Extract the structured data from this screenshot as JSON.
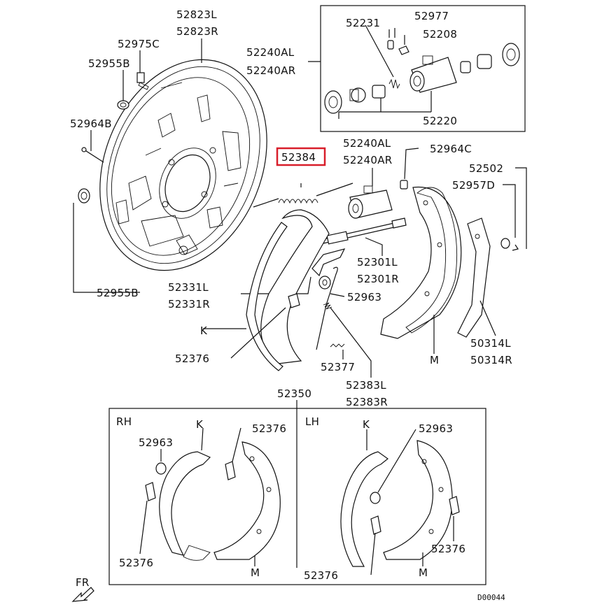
{
  "labels": {
    "l_52823": [
      "52823L",
      "52823R"
    ],
    "l_52975c": "52975C",
    "l_52955b_top": "52955B",
    "l_52964b": "52964B",
    "l_52955b_bottom": "52955B",
    "l_52240a_kit": [
      "52240AL",
      "52240AR"
    ],
    "l_52231": "52231",
    "l_52977": "52977",
    "l_52208": "52208",
    "l_52220": "52220",
    "l_52384": "52384",
    "l_52240a_cyl": [
      "52240AL",
      "52240AR"
    ],
    "l_52964c": "52964C",
    "l_52502": "52502",
    "l_52957d": "52957D",
    "l_52301": [
      "52301L",
      "52301R"
    ],
    "l_52331": [
      "52331L",
      "52331R"
    ],
    "l_52963_main": "52963",
    "l_k_main": "K",
    "l_52376_main": "52376",
    "l_52377": "52377",
    "l_52383": [
      "52383L",
      "52383R"
    ],
    "l_m_main": "M",
    "l_50314": [
      "50314L",
      "50314R"
    ],
    "l_52350": "52350",
    "l_rh": "RH",
    "l_lh": "LH",
    "l_k_rh": "K",
    "l_52963_rh": "52963",
    "l_52376_rh_top": "52376",
    "l_52376_rh_bottom": "52376",
    "l_m_rh": "M",
    "l_k_lh": "K",
    "l_52963_lh": "52963",
    "l_52376_lh_right": "52376",
    "l_52376_lh_bottom": "52376",
    "l_m_lh": "M",
    "l_fr": "FR",
    "l_code": "D00044"
  },
  "highlight": {
    "part": "52384",
    "color": "#d81e2a"
  }
}
